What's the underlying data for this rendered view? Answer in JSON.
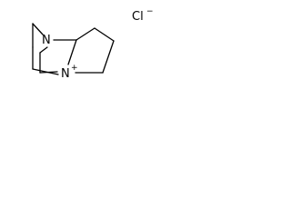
{
  "molecule": {
    "atoms": {
      "n1": "N",
      "n2": "N",
      "n2_charge": "+",
      "cl": "Cl",
      "cl_charge": "−"
    },
    "colors": {
      "stroke": "#000000",
      "background": "#ffffff"
    }
  }
}
